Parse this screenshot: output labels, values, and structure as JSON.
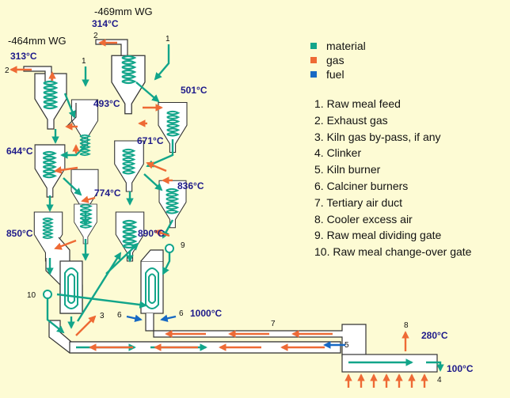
{
  "labels": {
    "pressure_left": "-464mm WG",
    "pressure_right": "-469mm WG",
    "t313": "313°C",
    "t314": "314°C",
    "t493": "493°C",
    "t501": "501°C",
    "t644": "644°C",
    "t671": "671°C",
    "t774": "774°C",
    "t836": "836°C",
    "t850": "850°C",
    "t890": "890°C",
    "t1000": "1000°C",
    "t280": "280°C",
    "t100": "100°C"
  },
  "callouts": [
    "1",
    "2",
    "3",
    "4",
    "5",
    "6",
    "7",
    "8",
    "9",
    "10"
  ],
  "legend": [
    {
      "label": "material",
      "color": "#12a58a"
    },
    {
      "label": "gas",
      "color": "#ee6a35"
    },
    {
      "label": "fuel",
      "color": "#1769c4"
    }
  ],
  "notes": [
    "1. Raw meal feed",
    "2. Exhaust gas",
    "3. Kiln gas by-pass, if any",
    "4. Clinker",
    "5. Kiln burner",
    "6. Calciner burners",
    "7. Tertiary air duct",
    "8. Cooler excess air",
    "9. Raw meal dividing gate",
    "10. Raw meal change-over gate"
  ]
}
